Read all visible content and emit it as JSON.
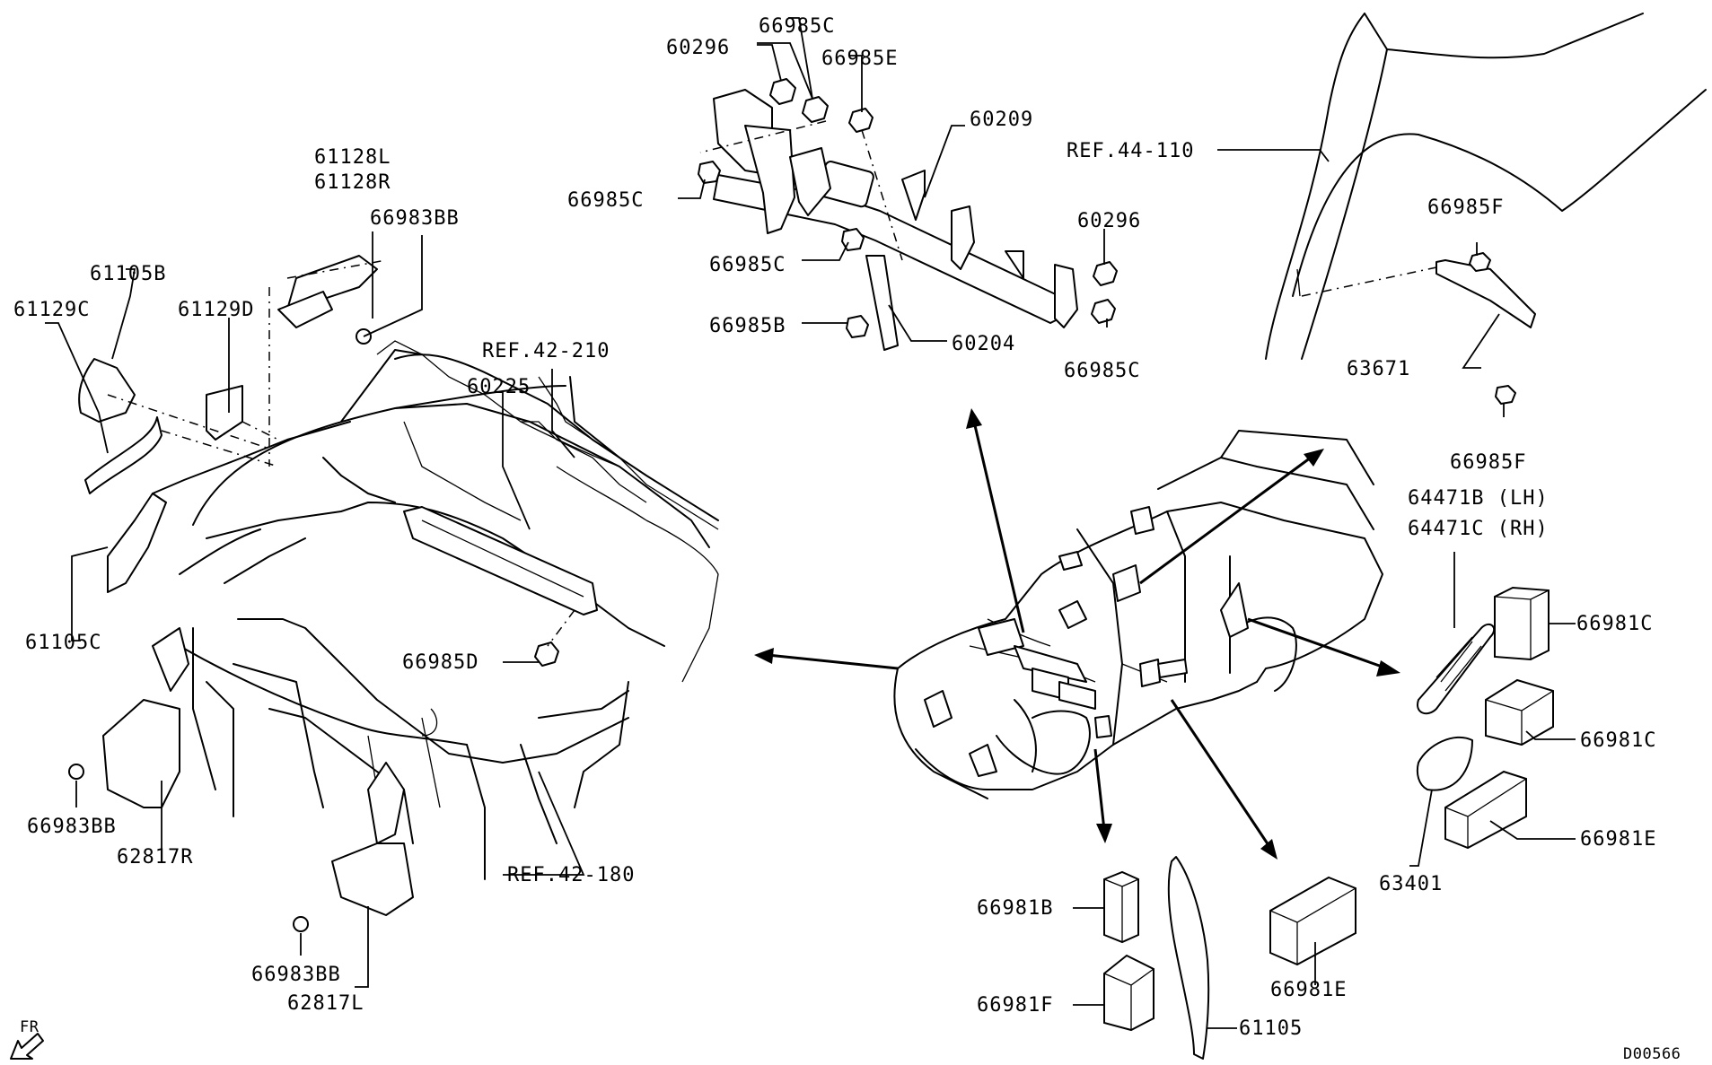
{
  "diagram": {
    "code": "D00566",
    "direction": "FR",
    "labels": {
      "p66985C_a": "66985C",
      "p60296_a": "60296",
      "p66985E": "66985E",
      "p60209": "60209",
      "p66985C_b": "66985C",
      "p66985C_c": "66985C",
      "p60296_b": "60296",
      "p66985B": "66985B",
      "p60204": "60204",
      "p66985C_d": "66985C",
      "ref44_110": "REF.44-110",
      "p66985F_a": "66985F",
      "p63671": "63671",
      "p66985F_b": "66985F",
      "p61128L": "61128L",
      "p61128R": "61128R",
      "p66983BB_a": "66983BB",
      "p61105B": "61105B",
      "p61129C": "61129C",
      "p61129D": "61129D",
      "ref42_210": "REF.42-210",
      "p60225": "60225",
      "p66985D": "66985D",
      "p61105C": "61105C",
      "p66983BB_b": "66983BB",
      "p62817R": "62817R",
      "ref42_180": "REF.42-180",
      "p66983BB_c": "66983BB",
      "p62817L": "62817L",
      "p64471B": "64471B (LH)",
      "p64471C": "64471C (RH)",
      "p66981C_a": "66981C",
      "p66981C_b": "66981C",
      "p63401": "63401",
      "p66981E_a": "66981E",
      "p66981B": "66981B",
      "p66981F": "66981F",
      "p61105": "61105",
      "p66981E_b": "66981E"
    }
  }
}
